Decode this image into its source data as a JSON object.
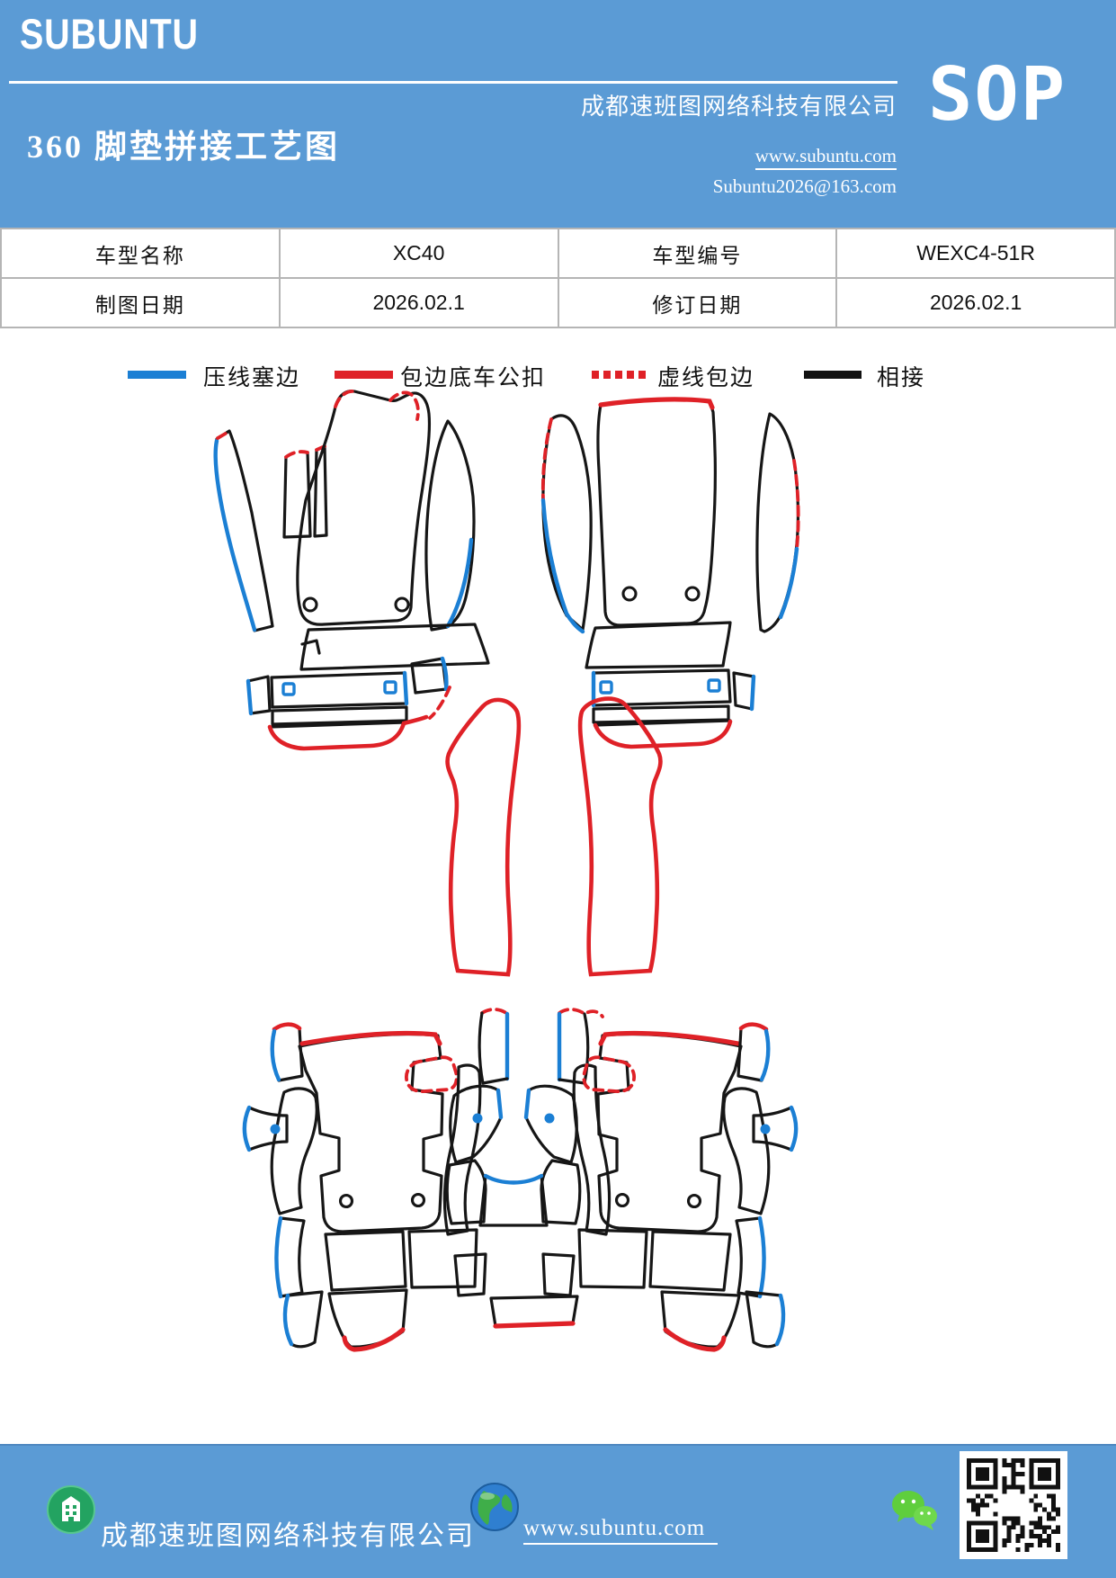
{
  "header": {
    "brand": "SUBUNTU",
    "sop": "SOP",
    "company": "成都速班图网络科技有限公司",
    "title": "360 脚垫拼接工艺图",
    "website": "www.subuntu.com",
    "email": "Subuntu2026@163.com"
  },
  "info_table": {
    "cells": [
      [
        "车型名称",
        "XC40",
        "车型编号",
        "WEXC4-51R"
      ],
      [
        "制图日期",
        "2026.02.1",
        "修订日期",
        "2026.02.1"
      ]
    ]
  },
  "legend": {
    "items": [
      {
        "label": "压线塞边",
        "style": "solid",
        "color": "#1b7fd4"
      },
      {
        "label": "包边底车公扣",
        "style": "solid",
        "color": "#df2127"
      },
      {
        "label": "虚线包边",
        "style": "dashed",
        "color": "#df2127"
      },
      {
        "label": "相接",
        "style": "solid",
        "color": "#111111"
      }
    ]
  },
  "diagram": {
    "description": "360 car floor-mat piece cutting and splicing diagram: front driver and passenger mat groups, two red door-sill pillar pieces, rear mat group with trunk pieces",
    "line_meanings": {
      "blue": "压线塞边",
      "red": "包边底车公扣",
      "red_dashed": "虚线包边",
      "black": "相接"
    }
  },
  "footer": {
    "company": "成都速班图网络科技有限公司",
    "website": "www.subuntu.com"
  },
  "colors": {
    "header_blue": "#5b9bd5",
    "line_blue": "#1b7fd4",
    "line_red": "#df2127",
    "line_black": "#161616",
    "table_border": "#b5b5b5"
  }
}
